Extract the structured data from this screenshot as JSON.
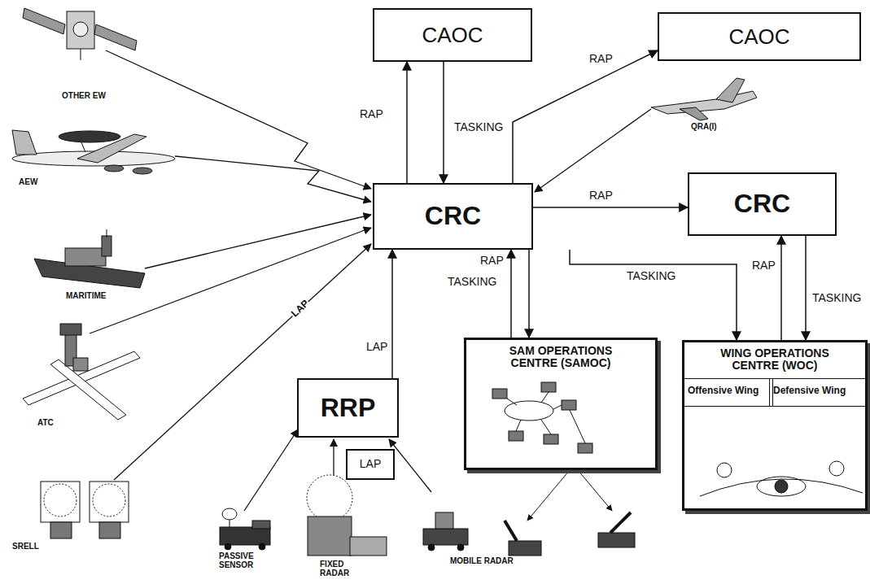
{
  "diagram": {
    "nodes": [
      {
        "text": [
          "CAOC"
        ]
      },
      {
        "text": [
          "CAOC"
        ]
      },
      {
        "text": [
          "CRC"
        ]
      },
      {
        "text": [
          "CRC"
        ]
      },
      {
        "text": [
          "RRP"
        ]
      },
      {
        "text": [
          "LAP"
        ]
      },
      {
        "text": [
          "SAM OPERATIONS CENTRE (SAMOC)"
        ]
      },
      {
        "text": [
          "WING OPERATIONS CENTRE (WOC)"
        ]
      },
      {
        "text": [
          "Offensive Wing"
        ],
        "in": 7
      },
      {
        "text": [
          "Defensive Wing"
        ],
        "in": 7
      }
    ],
    "edges": [
      {
        "from": 2,
        "to": 0,
        "label": "RAP",
        "arrow": "to"
      },
      {
        "from": 0,
        "to": 2,
        "label": "TASKING",
        "arrow": "to"
      },
      {
        "from": 2,
        "to": 1,
        "label": "RAP",
        "arrow": "to"
      },
      {
        "from": 2,
        "to": 3,
        "label": "RAP",
        "arrow": "to"
      },
      {
        "from": 7,
        "to": 3,
        "label": "RAP",
        "arrow": "to"
      },
      {
        "from": 3,
        "to": 7,
        "label": "TASKING",
        "arrow": "to"
      },
      {
        "from": 2,
        "to": 6,
        "label": "TASKING",
        "arrow": "to"
      },
      {
        "from": 6,
        "to": 2,
        "label": "RAP",
        "arrow": "to"
      },
      {
        "from": 2,
        "to": 7,
        "label": "TASKING",
        "arrow": "to"
      },
      {
        "from": 4,
        "to": 2,
        "label": "LAP",
        "arrow": "to"
      }
    ],
    "labels": [
      "OTHER EW",
      "AEW",
      "MARITIME",
      "ATC",
      "SRELL",
      "PASSIVE SENSOR",
      "FIXED RADAR",
      "MOBILE RADAR",
      "QRA(I)",
      "LAP"
    ]
  }
}
